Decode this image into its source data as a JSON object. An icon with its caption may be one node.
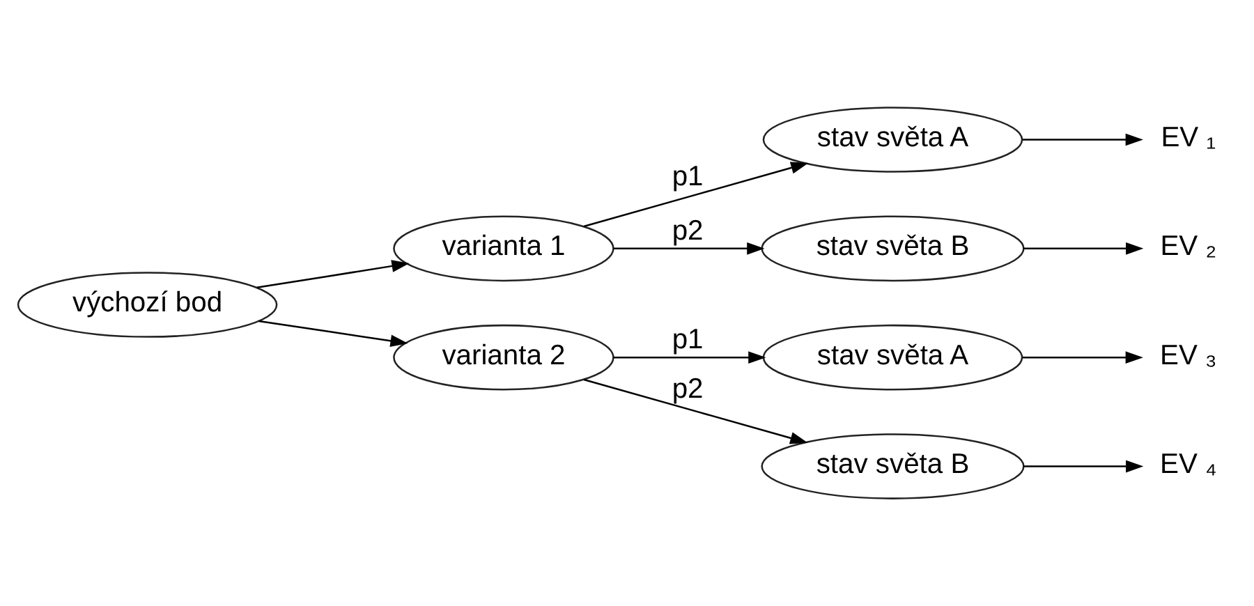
{
  "diagram": {
    "nodes": [
      {
        "text": [
          "výchozí bod"
        ]
      },
      {
        "text": [
          "varianta 1"
        ]
      },
      {
        "text": [
          "varianta 2"
        ]
      },
      {
        "text": [
          "stav světa A"
        ]
      },
      {
        "text": [
          "stav světa B"
        ]
      },
      {
        "text": [
          "stav světa A"
        ]
      },
      {
        "text": [
          "stav světa B"
        ]
      },
      {
        "text": [
          "EV ₁"
        ]
      },
      {
        "text": [
          "EV ₂"
        ]
      },
      {
        "text": [
          "EV ₃"
        ]
      },
      {
        "text": [
          "EV ₄"
        ]
      }
    ],
    "edges": [
      {
        "from": 0,
        "to": 1,
        "arrow": "to"
      },
      {
        "from": 0,
        "to": 2,
        "arrow": "to"
      },
      {
        "from": 1,
        "to": 3,
        "arrow": "to",
        "label": "p1"
      },
      {
        "from": 1,
        "to": 4,
        "arrow": "to",
        "label": "p2"
      },
      {
        "from": 2,
        "to": 5,
        "arrow": "to",
        "label": "p1"
      },
      {
        "from": 2,
        "to": 6,
        "arrow": "to",
        "label": "p2"
      },
      {
        "from": 3,
        "to": 7,
        "arrow": "to"
      },
      {
        "from": 4,
        "to": 8,
        "arrow": "to"
      },
      {
        "from": 5,
        "to": 9,
        "arrow": "to"
      },
      {
        "from": 6,
        "to": 10,
        "arrow": "to"
      }
    ]
  }
}
